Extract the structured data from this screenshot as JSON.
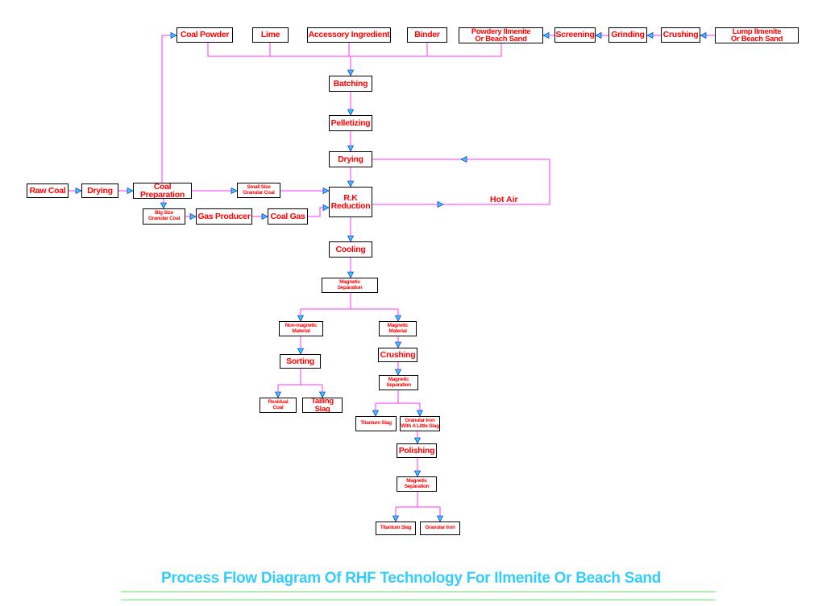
{
  "title": "Process Flow Diagram Of RHF Technology For Ilmenite Or Beach Sand",
  "colors": {
    "connector": "#ff33ff",
    "arrow_fill": "#33ccff",
    "label_text": "#ff0000",
    "box_border": "#000000",
    "title_text": "#33ccff",
    "title_underline": "#66ee66"
  },
  "nodes": {
    "coal_powder": "Coal Powder",
    "lime": "Lime",
    "accessory_ingredient": "Accessory Ingredient",
    "binder": "Binder",
    "powdery_ilmenite": "Powdery Ilmenite\nOr Beach Sand",
    "screening": "Screening",
    "grinding": "Grinding",
    "crushing_top": "Crushing",
    "lump_ilmenite": "Lump Ilmenite\nOr Beach Sand",
    "batching": "Batching",
    "pelletizing": "Pelletizing",
    "drying_main": "Drying",
    "raw_coal": "Raw Coal",
    "drying_coal": "Drying",
    "coal_preparation": "Coal Preparation",
    "small_size_coal": "Small Size\nGranular Coal",
    "rk_reduction": "R.K\nReduction",
    "big_size_coal": "Big Size\nGranular Coal",
    "gas_producer": "Gas Producer",
    "coal_gas": "Coal Gas",
    "hot_air": "Hot Air",
    "cooling": "Cooling",
    "magnetic_separation_1": "Magnetic\nSeparation",
    "non_magnetic_material": "Non-magnetic\nMaterial",
    "magnetic_material": "Magnetic\nMaterial",
    "sorting": "Sorting",
    "crushing_2": "Crushing",
    "residual_coal": "Residual\nCoal",
    "tailing_slag": "Tailing Slag",
    "magnetic_separation_2": "Magnetic\nSeparation",
    "titanium_slag_1": "Titanium Slag",
    "granular_iron_slag": "Granular Iron\nWith A Little Slag",
    "polishing": "Polishing",
    "magnetic_separation_3": "Magnetic\nSeparation",
    "titanium_slag_2": "Titanium Slag",
    "granular_iron": "Granular Iron"
  }
}
